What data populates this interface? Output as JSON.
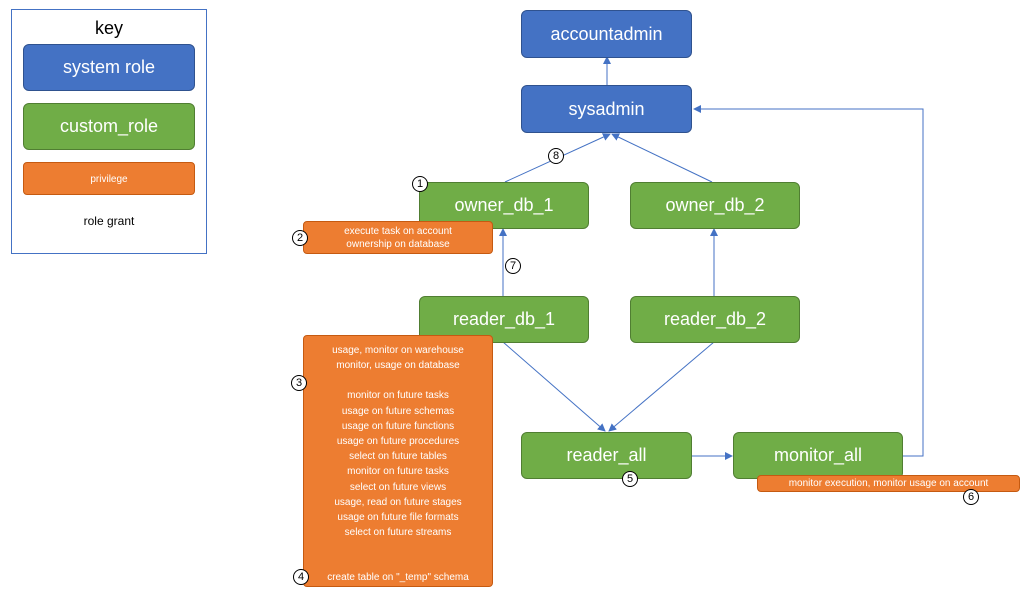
{
  "legend": {
    "title": "key",
    "system_role": "system role",
    "custom_role": "custom_role",
    "privilege": "privilege",
    "role_grant": "role grant"
  },
  "roles": {
    "accountadmin": "accountadmin",
    "sysadmin": "sysadmin",
    "owner_db_1": "owner_db_1",
    "owner_db_2": "owner_db_2",
    "reader_db_1": "reader_db_1",
    "reader_db_2": "reader_db_2",
    "reader_all": "reader_all",
    "monitor_all": "monitor_all"
  },
  "privileges": {
    "owner_db_1": [
      "execute task on account",
      "ownership on database"
    ],
    "reader_db_1": [
      "usage, monitor on warehouse",
      "monitor, usage on database",
      "",
      "monitor on future tasks",
      "usage on future schemas",
      "usage on future functions",
      "usage on future procedures",
      "select on future tables",
      "monitor on future tasks",
      "select on future views",
      "usage, read on future stages",
      "usage on future file formats",
      "select on future streams"
    ],
    "reader_db_1_temp": "create table on \"_temp\" schema",
    "monitor_all": "monitor execution, monitor usage on account"
  },
  "badges": [
    "1",
    "2",
    "3",
    "4",
    "5",
    "6",
    "7",
    "8"
  ],
  "colors": {
    "system_role": "#4472c4",
    "custom_role": "#70ad47",
    "privilege": "#ed7d31",
    "arrow": "#4472c4"
  }
}
